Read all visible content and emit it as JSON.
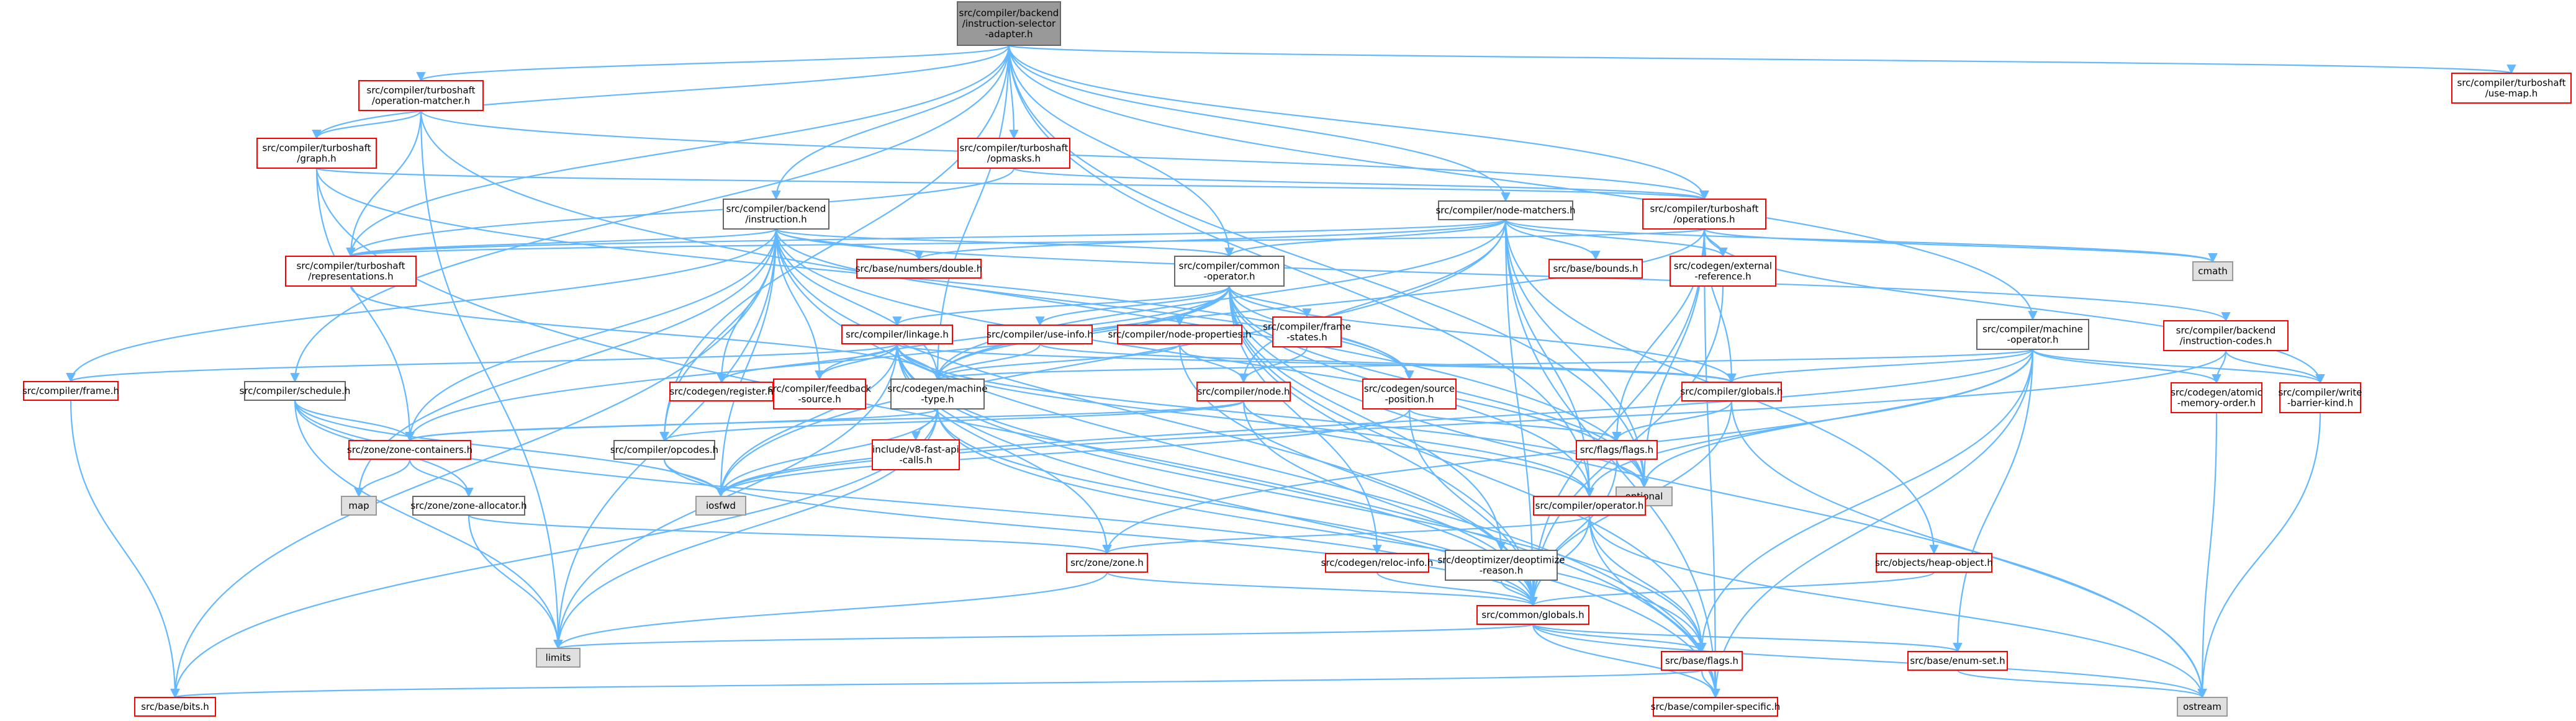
{
  "diagram": {
    "nodes": [
      {
        "id": "root",
        "lines": [
          "src/compiler/backend",
          "/instruction-selector",
          "-adapter.h"
        ],
        "kind": "root"
      },
      {
        "id": "use_map",
        "lines": [
          "src/compiler/turboshaft",
          "/use-map.h"
        ],
        "kind": "red"
      },
      {
        "id": "op_matcher",
        "lines": [
          "src/compiler/turboshaft",
          "/operation-matcher.h"
        ],
        "kind": "red"
      },
      {
        "id": "ts_graph",
        "lines": [
          "src/compiler/turboshaft",
          "/graph.h"
        ],
        "kind": "red"
      },
      {
        "id": "opmasks",
        "lines": [
          "src/compiler/turboshaft",
          "/opmasks.h"
        ],
        "kind": "red"
      },
      {
        "id": "ts_ops",
        "lines": [
          "src/compiler/turboshaft",
          "/operations.h"
        ],
        "kind": "red"
      },
      {
        "id": "bk_instr",
        "lines": [
          "src/compiler/backend",
          "/instruction.h"
        ],
        "kind": "black"
      },
      {
        "id": "node_matchers",
        "lines": [
          "src/compiler/node-matchers.h"
        ],
        "kind": "black"
      },
      {
        "id": "ts_repr",
        "lines": [
          "src/compiler/turboshaft",
          "/representations.h"
        ],
        "kind": "red"
      },
      {
        "id": "numbers_double",
        "lines": [
          "src/base/numbers/double.h"
        ],
        "kind": "red"
      },
      {
        "id": "common_op",
        "lines": [
          "src/compiler/common",
          "-operator.h"
        ],
        "kind": "black"
      },
      {
        "id": "base_bounds",
        "lines": [
          "src/base/bounds.h"
        ],
        "kind": "red"
      },
      {
        "id": "ext_ref",
        "lines": [
          "src/codegen/external",
          "-reference.h"
        ],
        "kind": "red"
      },
      {
        "id": "cmath",
        "lines": [
          "cmath"
        ],
        "kind": "gray"
      },
      {
        "id": "linkage",
        "lines": [
          "src/compiler/linkage.h"
        ],
        "kind": "red"
      },
      {
        "id": "use_info",
        "lines": [
          "src/compiler/use-info.h"
        ],
        "kind": "red"
      },
      {
        "id": "node_props",
        "lines": [
          "src/compiler/node-properties.h"
        ],
        "kind": "red"
      },
      {
        "id": "frame_states",
        "lines": [
          "src/compiler/frame",
          "-states.h"
        ],
        "kind": "red"
      },
      {
        "id": "machine_op",
        "lines": [
          "src/compiler/machine",
          "-operator.h"
        ],
        "kind": "black"
      },
      {
        "id": "instr_codes",
        "lines": [
          "src/compiler/backend",
          "/instruction-codes.h"
        ],
        "kind": "red"
      },
      {
        "id": "c_frame",
        "lines": [
          "src/compiler/frame.h"
        ],
        "kind": "red"
      },
      {
        "id": "schedule",
        "lines": [
          "src/compiler/schedule.h"
        ],
        "kind": "black"
      },
      {
        "id": "registers",
        "lines": [
          "src/codegen/register.h"
        ],
        "kind": "red"
      },
      {
        "id": "feedback_src",
        "lines": [
          "src/compiler/feedback",
          "-source.h"
        ],
        "kind": "red"
      },
      {
        "id": "machine_type",
        "lines": [
          "src/codegen/machine",
          "-type.h"
        ],
        "kind": "black"
      },
      {
        "id": "c_node",
        "lines": [
          "src/compiler/node.h"
        ],
        "kind": "red"
      },
      {
        "id": "source_pos",
        "lines": [
          "src/codegen/source",
          "-position.h"
        ],
        "kind": "red"
      },
      {
        "id": "c_globals",
        "lines": [
          "src/compiler/globals.h"
        ],
        "kind": "red"
      },
      {
        "id": "atomic_mem",
        "lines": [
          "src/codegen/atomic",
          "-memory-order.h"
        ],
        "kind": "red"
      },
      {
        "id": "write_barrier",
        "lines": [
          "src/compiler/write",
          "-barrier-kind.h"
        ],
        "kind": "red"
      },
      {
        "id": "zone_containers",
        "lines": [
          "src/zone/zone-containers.h"
        ],
        "kind": "red"
      },
      {
        "id": "opcodes",
        "lines": [
          "src/compiler/opcodes.h"
        ],
        "kind": "black"
      },
      {
        "id": "vfast",
        "lines": [
          "include/v8-fast-api",
          "-calls.h"
        ],
        "kind": "red"
      },
      {
        "id": "flags_h",
        "lines": [
          "src/flags/flags.h"
        ],
        "kind": "red"
      },
      {
        "id": "optional",
        "lines": [
          "optional"
        ],
        "kind": "gray"
      },
      {
        "id": "map",
        "lines": [
          "map"
        ],
        "kind": "gray"
      },
      {
        "id": "zone_alloc",
        "lines": [
          "src/zone/zone-allocator.h"
        ],
        "kind": "black"
      },
      {
        "id": "iosfwd",
        "lines": [
          "iosfwd"
        ],
        "kind": "gray"
      },
      {
        "id": "c_operator",
        "lines": [
          "src/compiler/operator.h"
        ],
        "kind": "red"
      },
      {
        "id": "heap_object",
        "lines": [
          "src/objects/heap-object.h"
        ],
        "kind": "red"
      },
      {
        "id": "zone_h",
        "lines": [
          "src/zone/zone.h"
        ],
        "kind": "red"
      },
      {
        "id": "reloc_info",
        "lines": [
          "src/codegen/reloc-info.h"
        ],
        "kind": "red"
      },
      {
        "id": "deopt_reason",
        "lines": [
          "src/deoptimizer/deoptimize",
          "-reason.h"
        ],
        "kind": "black"
      },
      {
        "id": "common_globals",
        "lines": [
          "src/common/globals.h"
        ],
        "kind": "red"
      },
      {
        "id": "limits",
        "lines": [
          "limits"
        ],
        "kind": "gray"
      },
      {
        "id": "base_flags",
        "lines": [
          "src/base/flags.h"
        ],
        "kind": "red"
      },
      {
        "id": "enum_set",
        "lines": [
          "src/base/enum-set.h"
        ],
        "kind": "red"
      },
      {
        "id": "ostream",
        "lines": [
          "ostream"
        ],
        "kind": "gray"
      },
      {
        "id": "base_bits",
        "lines": [
          "src/base/bits.h"
        ],
        "kind": "red"
      },
      {
        "id": "compiler_specific",
        "lines": [
          "src/base/compiler-specific.h"
        ],
        "kind": "red"
      }
    ],
    "edges": [
      [
        "root",
        "use_map"
      ],
      [
        "root",
        "op_matcher"
      ],
      [
        "root",
        "ts_graph"
      ],
      [
        "root",
        "opmasks"
      ],
      [
        "root",
        "ts_ops"
      ],
      [
        "root",
        "bk_instr"
      ],
      [
        "root",
        "node_matchers"
      ],
      [
        "root",
        "common_op"
      ],
      [
        "root",
        "machine_op"
      ],
      [
        "root",
        "schedule"
      ],
      [
        "root",
        "opcodes"
      ],
      [
        "root",
        "c_operator"
      ],
      [
        "root",
        "optional"
      ],
      [
        "root",
        "ts_repr"
      ],
      [
        "root",
        "machine_type"
      ],
      [
        "op_matcher",
        "ts_graph"
      ],
      [
        "op_matcher",
        "ts_ops"
      ],
      [
        "op_matcher",
        "ts_repr"
      ],
      [
        "op_matcher",
        "optional"
      ],
      [
        "op_matcher",
        "limits"
      ],
      [
        "ts_graph",
        "ts_ops"
      ],
      [
        "ts_graph",
        "source_pos"
      ],
      [
        "ts_graph",
        "zone_containers"
      ],
      [
        "ts_graph",
        "compiler_specific"
      ],
      [
        "opmasks",
        "ts_ops"
      ],
      [
        "opmasks",
        "ts_repr"
      ],
      [
        "ts_ops",
        "cmath"
      ],
      [
        "ts_ops",
        "ext_ref"
      ],
      [
        "ts_ops",
        "ts_repr"
      ],
      [
        "ts_ops",
        "write_barrier"
      ],
      [
        "ts_ops",
        "c_globals"
      ],
      [
        "ts_ops",
        "flags_h"
      ],
      [
        "ts_ops",
        "optional"
      ],
      [
        "ts_ops",
        "compiler_specific"
      ],
      [
        "ts_ops",
        "common_globals"
      ],
      [
        "ts_ops",
        "machine_type"
      ],
      [
        "bk_instr",
        "numbers_double"
      ],
      [
        "bk_instr",
        "ts_repr"
      ],
      [
        "bk_instr",
        "common_op"
      ],
      [
        "bk_instr",
        "c_frame"
      ],
      [
        "bk_instr",
        "registers"
      ],
      [
        "bk_instr",
        "feedback_src"
      ],
      [
        "bk_instr",
        "machine_type"
      ],
      [
        "bk_instr",
        "instr_codes"
      ],
      [
        "bk_instr",
        "source_pos"
      ],
      [
        "bk_instr",
        "zone_containers"
      ],
      [
        "bk_instr",
        "opcodes"
      ],
      [
        "bk_instr",
        "map"
      ],
      [
        "bk_instr",
        "iosfwd"
      ],
      [
        "bk_instr",
        "common_globals"
      ],
      [
        "bk_instr",
        "limits"
      ],
      [
        "bk_instr",
        "optional"
      ],
      [
        "bk_instr",
        "base_bits"
      ],
      [
        "bk_instr",
        "compiler_specific"
      ],
      [
        "node_matchers",
        "cmath"
      ],
      [
        "node_matchers",
        "base_bounds"
      ],
      [
        "node_matchers",
        "ext_ref"
      ],
      [
        "node_matchers",
        "common_op"
      ],
      [
        "node_matchers",
        "machine_type"
      ],
      [
        "node_matchers",
        "numbers_double"
      ],
      [
        "node_matchers",
        "c_node"
      ],
      [
        "node_matchers",
        "c_operator"
      ],
      [
        "node_matchers",
        "heap_object"
      ],
      [
        "node_matchers",
        "common_globals"
      ],
      [
        "node_matchers",
        "iosfwd"
      ],
      [
        "node_matchers",
        "ts_repr"
      ],
      [
        "node_matchers",
        "optional"
      ],
      [
        "node_matchers",
        "compiler_specific"
      ],
      [
        "ts_repr",
        "machine_type"
      ],
      [
        "common_op",
        "linkage"
      ],
      [
        "common_op",
        "use_info"
      ],
      [
        "common_op",
        "node_props"
      ],
      [
        "common_op",
        "frame_states"
      ],
      [
        "common_op",
        "source_pos"
      ],
      [
        "common_op",
        "reloc_info"
      ],
      [
        "common_op",
        "deopt_reason"
      ],
      [
        "common_op",
        "c_globals"
      ],
      [
        "common_op",
        "feedback_src"
      ],
      [
        "common_op",
        "machine_type"
      ],
      [
        "common_op",
        "c_operator"
      ],
      [
        "common_op",
        "zone_containers"
      ],
      [
        "common_op",
        "optional"
      ],
      [
        "common_op",
        "common_globals"
      ],
      [
        "common_op",
        "ostream"
      ],
      [
        "common_op",
        "base_flags"
      ],
      [
        "ext_ref",
        "common_globals"
      ],
      [
        "linkage",
        "c_frame"
      ],
      [
        "linkage",
        "registers"
      ],
      [
        "linkage",
        "feedback_src"
      ],
      [
        "linkage",
        "machine_type"
      ],
      [
        "linkage",
        "c_globals"
      ],
      [
        "linkage",
        "c_operator"
      ],
      [
        "linkage",
        "zone_h"
      ],
      [
        "linkage",
        "common_globals"
      ],
      [
        "linkage",
        "limits"
      ],
      [
        "linkage",
        "iosfwd"
      ],
      [
        "linkage",
        "compiler_specific"
      ],
      [
        "linkage",
        "optional"
      ],
      [
        "linkage",
        "base_flags"
      ],
      [
        "use_info",
        "machine_type"
      ],
      [
        "use_info",
        "c_globals"
      ],
      [
        "node_props",
        "c_node"
      ],
      [
        "node_props",
        "machine_type"
      ],
      [
        "node_props",
        "common_globals"
      ],
      [
        "frame_states",
        "c_node"
      ],
      [
        "machine_op",
        "machine_type"
      ],
      [
        "machine_op",
        "atomic_mem"
      ],
      [
        "machine_op",
        "write_barrier"
      ],
      [
        "machine_op",
        "c_globals"
      ],
      [
        "machine_op",
        "optional"
      ],
      [
        "machine_op",
        "base_flags"
      ],
      [
        "machine_op",
        "enum_set"
      ],
      [
        "machine_op",
        "zone_h"
      ],
      [
        "machine_op",
        "c_operator"
      ],
      [
        "machine_op",
        "compiler_specific"
      ],
      [
        "machine_op",
        "iosfwd"
      ],
      [
        "instr_codes",
        "atomic_mem"
      ],
      [
        "instr_codes",
        "write_barrier"
      ],
      [
        "instr_codes",
        "iosfwd"
      ],
      [
        "c_frame",
        "base_bits"
      ],
      [
        "schedule",
        "zone_containers"
      ],
      [
        "schedule",
        "iosfwd"
      ],
      [
        "schedule",
        "common_globals"
      ],
      [
        "schedule",
        "limits"
      ],
      [
        "schedule",
        "zone_alloc"
      ],
      [
        "machine_type",
        "zone_containers"
      ],
      [
        "machine_type",
        "vfast"
      ],
      [
        "machine_type",
        "common_globals"
      ],
      [
        "machine_type",
        "limits"
      ],
      [
        "machine_type",
        "base_bits"
      ],
      [
        "machine_type",
        "iosfwd"
      ],
      [
        "machine_type",
        "base_flags"
      ],
      [
        "c_node",
        "zone_containers"
      ],
      [
        "c_node",
        "opcodes"
      ],
      [
        "c_node",
        "common_globals"
      ],
      [
        "c_node",
        "c_operator"
      ],
      [
        "source_pos",
        "iosfwd"
      ],
      [
        "source_pos",
        "flags_h"
      ],
      [
        "source_pos",
        "common_globals"
      ],
      [
        "c_globals",
        "flags_h"
      ],
      [
        "c_globals",
        "common_globals"
      ],
      [
        "c_globals",
        "ostream"
      ],
      [
        "atomic_mem",
        "ostream"
      ],
      [
        "write_barrier",
        "ostream"
      ],
      [
        "zone_containers",
        "map"
      ],
      [
        "zone_containers",
        "zone_alloc"
      ],
      [
        "opcodes",
        "iosfwd"
      ],
      [
        "opcodes",
        "common_globals"
      ],
      [
        "flags_h",
        "optional"
      ],
      [
        "flags_h",
        "common_globals"
      ],
      [
        "zone_alloc",
        "zone_h"
      ],
      [
        "zone_alloc",
        "limits"
      ],
      [
        "c_operator",
        "zone_h"
      ],
      [
        "c_operator",
        "common_globals"
      ],
      [
        "c_operator",
        "ostream"
      ],
      [
        "c_operator",
        "base_flags"
      ],
      [
        "c_operator",
        "compiler_specific"
      ],
      [
        "heap_object",
        "common_globals"
      ],
      [
        "zone_h",
        "limits"
      ],
      [
        "zone_h",
        "common_globals"
      ],
      [
        "reloc_info",
        "common_globals"
      ],
      [
        "deopt_reason",
        "common_globals"
      ],
      [
        "common_globals",
        "limits"
      ],
      [
        "common_globals",
        "ostream"
      ],
      [
        "common_globals",
        "base_flags"
      ],
      [
        "common_globals",
        "enum_set"
      ],
      [
        "common_globals",
        "compiler_specific"
      ],
      [
        "base_flags",
        "base_bits"
      ],
      [
        "base_flags",
        "compiler_specific"
      ],
      [
        "enum_set",
        "ostream"
      ]
    ]
  },
  "colors": {
    "root_fill": "#999999",
    "root_stroke": "#666666",
    "red_stroke": "#ff0000",
    "black_stroke": "#666666",
    "gray_fill": "#e0e0e0",
    "gray_stroke": "#999999",
    "edge": "#63b8ff"
  }
}
